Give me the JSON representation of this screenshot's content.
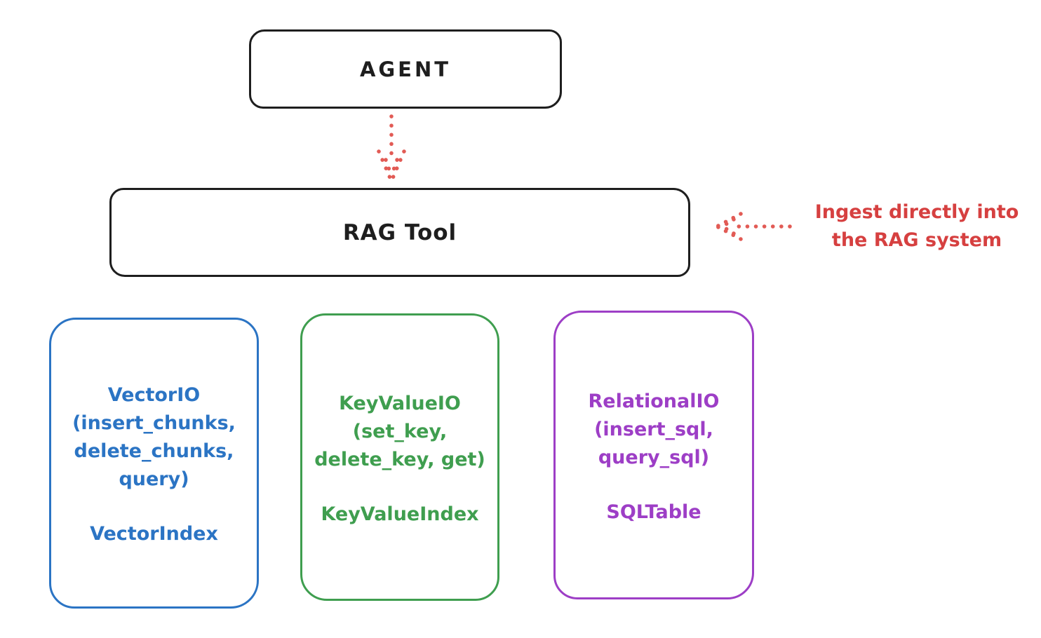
{
  "diagram": {
    "nodes": {
      "agent": {
        "label": "AGENT",
        "stroke_color": "#1e1e1e"
      },
      "rag_tool": {
        "label": "RAG Tool",
        "stroke_color": "#1e1e1e"
      }
    },
    "annotation": {
      "lines": [
        "Ingest directly into",
        "the RAG system"
      ],
      "color": "#d64040"
    },
    "arrows": {
      "agent_to_rag": {
        "direction": "down",
        "style": "dotted",
        "color": "#e25b55"
      },
      "ingest_into_rag": {
        "direction": "left",
        "style": "dotted",
        "color": "#e25b55"
      }
    },
    "storage_boxes": [
      {
        "id": "vector-io",
        "color": "#2b74c4",
        "io_lines": [
          "VectorIO",
          "(insert_chunks,",
          "delete_chunks,",
          "query)"
        ],
        "index_label": "VectorIndex"
      },
      {
        "id": "keyvalue-io",
        "color": "#3f9e4f",
        "io_lines": [
          "KeyValueIO",
          "(set_key,",
          "delete_key, get)"
        ],
        "index_label": "KeyValueIndex"
      },
      {
        "id": "relational-io",
        "color": "#9d3ec6",
        "io_lines": [
          "RelationalIO",
          "(insert_sql,",
          "query_sql)"
        ],
        "index_label": "SQLTable"
      }
    ]
  }
}
